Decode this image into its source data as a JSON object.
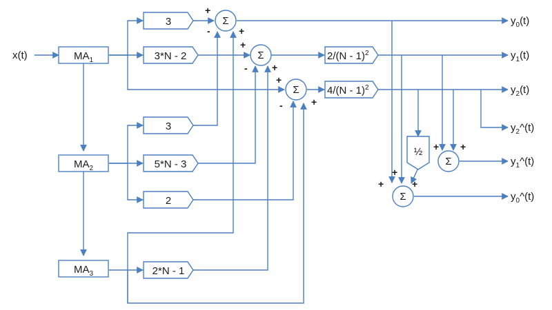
{
  "input": "x(t)",
  "ma_blocks": [
    {
      "main": "MA",
      "sub": "1"
    },
    {
      "main": "MA",
      "sub": "2"
    },
    {
      "main": "MA",
      "sub": "3"
    }
  ],
  "gains": {
    "g1": "3",
    "g2": "3*N - 2",
    "g3": "3",
    "g4": "5*N - 3",
    "g5": "2",
    "g6": "2*N - 1",
    "c1": "2/(N - 1)",
    "c2": "4/(N - 1)",
    "c_exp": "2",
    "half": "½"
  },
  "sum_symbol": "Σ",
  "signs": {
    "plus": "+",
    "minus": "-"
  },
  "outputs": [
    {
      "base": "y",
      "sub": "0",
      "sup": "",
      "tail": "(t)"
    },
    {
      "base": "y",
      "sub": "1",
      "sup": "",
      "tail": "(t)"
    },
    {
      "base": "y",
      "sub": "2",
      "sup": "",
      "tail": "(t)"
    },
    {
      "base": "y",
      "sub": "2",
      "sup": "^",
      "tail": "(t)"
    },
    {
      "base": "y",
      "sub": "1",
      "sup": "^",
      "tail": "(t)"
    },
    {
      "base": "y",
      "sub": "0",
      "sup": "^",
      "tail": "(t)"
    }
  ],
  "colors": {
    "line": "#4a7fc1",
    "text": "#1a1a1a"
  }
}
